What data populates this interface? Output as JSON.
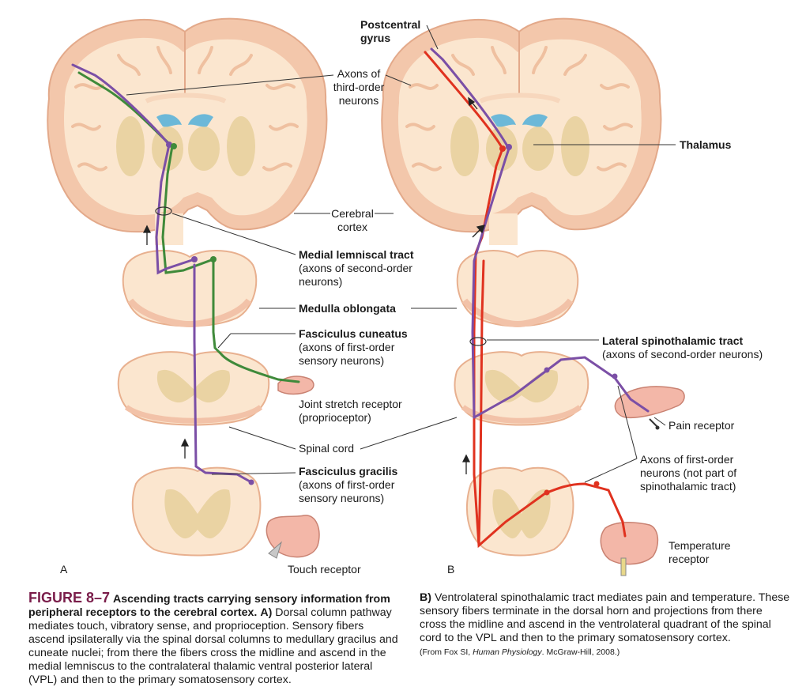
{
  "labels": {
    "postcentral_gyrus": [
      "Postcentral",
      "gyrus"
    ],
    "axons_third_order": [
      "Axons of",
      "third-order",
      "neurons"
    ],
    "thalamus": "Thalamus",
    "cerebral_cortex": [
      "Cerebral",
      "cortex"
    ],
    "medial_lemniscal": [
      "Medial lemniscal tract",
      "(axons of second-order",
      "neurons)"
    ],
    "medulla": "Medulla oblongata",
    "fasc_cuneatus": [
      "Fasciculus cuneatus",
      "(axons of first-order",
      "sensory neurons)"
    ],
    "lateral_spinothalamic": [
      "Lateral spinothalamic tract",
      "(axons of second-order neurons)"
    ],
    "joint_stretch": [
      "Joint stretch receptor",
      "(proprioceptor)"
    ],
    "pain_receptor": "Pain receptor",
    "spinal_cord": "Spinal cord",
    "axons_first_order": [
      "Axons of first-order",
      "neurons (not part of",
      "spinothalamic tract)"
    ],
    "fasc_gracilis": [
      "Fasciculus gracilis",
      "(axons of first-order",
      "sensory neurons)"
    ],
    "temperature_receptor": [
      "Temperature",
      "receptor"
    ],
    "touch_receptor": "Touch receptor",
    "panel_a": "A",
    "panel_b": "B"
  },
  "caption": {
    "figure_number": "FIGURE 8–7",
    "title": "Ascending tracts carrying sensory information from peripheral receptors to the cerebral cortex.",
    "part_a_label": "A)",
    "part_a_text": "Dorsal column pathway mediates touch, vibratory sense, and proprioception. Sensory fibers ascend ipsilaterally via the spinal dorsal columns to medullary gracilus and cuneate nuclei; from there the fibers cross the midline and ascend in the medial lemniscus to the contralateral thalamic ventral posterior lateral (VPL) and then to the primary somatosensory cortex.",
    "part_b_label": "B)",
    "part_b_text": "Ventrolateral spinothalamic tract mediates pain and temperature. These sensory fibers terminate in the dorsal horn and projections from there cross the midline and ascend in the ventrolateral quadrant of the spinal cord to the VPL and then to the primary somatosensory cortex.",
    "source_prefix": "(From Fox SI, ",
    "source_book": "Human Physiology",
    "source_suffix": ". McGraw-Hill, 2008.)"
  },
  "colors": {
    "tissue_light": "#fbe6cf",
    "tissue_pink": "#f2c2a8",
    "tissue_outline": "#e8b08f",
    "gray_matter": "#ead3a3",
    "ventricle": "#6cb8d8",
    "tract_purple": "#7b4fa6",
    "tract_green": "#3f8a3a",
    "tract_red": "#e0321f",
    "figure_accent": "#7a1d4a"
  },
  "icons": [
    "touch-hand-icon",
    "joint-hand-icon",
    "pain-hand-icon",
    "temperature-hand-icon",
    "upward-arrow-icon"
  ]
}
